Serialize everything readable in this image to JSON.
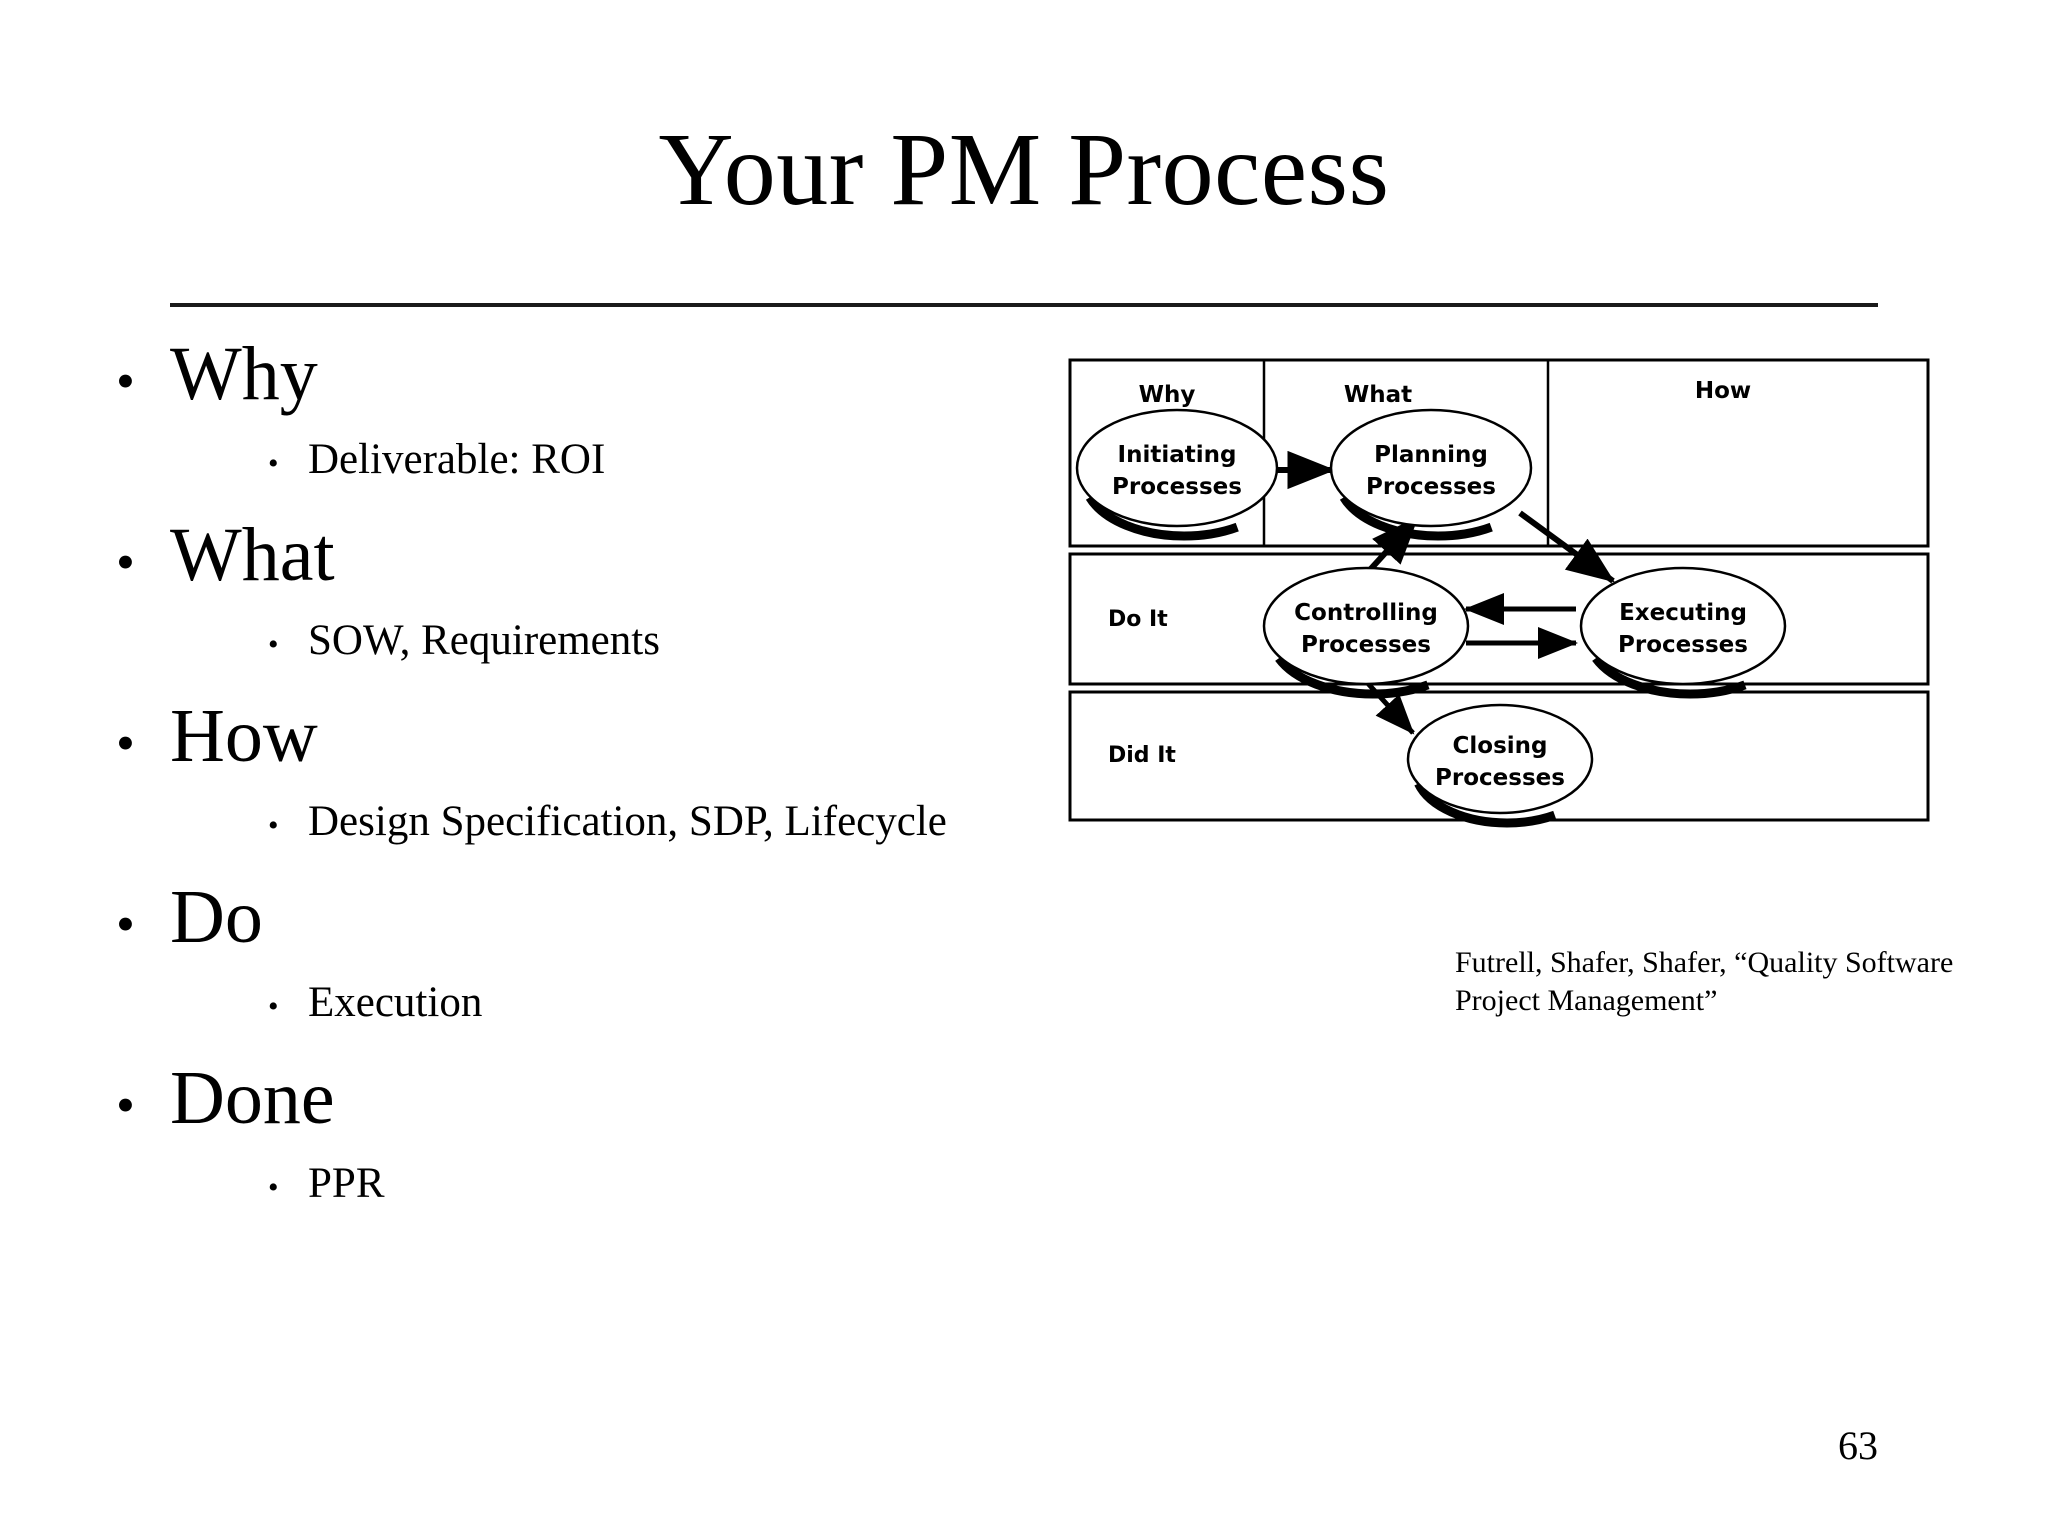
{
  "slide": {
    "title": "Your PM Process",
    "page_number": "63"
  },
  "outline": [
    {
      "label": "Why",
      "sub": "Deliverable: ROI"
    },
    {
      "label": "What",
      "sub": "SOW, Requirements"
    },
    {
      "label": "How",
      "sub": "Design Specification, SDP, Lifecycle"
    },
    {
      "label": "Do",
      "sub": "Execution"
    },
    {
      "label": "Done",
      "sub": "PPR"
    }
  ],
  "bullets": {
    "level1_marker": "•",
    "level2_marker": "•"
  },
  "diagram": {
    "column_headers": [
      "Why",
      "What",
      "How"
    ],
    "row_headers": [
      "Do It",
      "Did It"
    ],
    "nodes": [
      {
        "id": "initiating",
        "line1": "Initiating",
        "line2": "Processes"
      },
      {
        "id": "planning",
        "line1": "Planning",
        "line2": "Processes"
      },
      {
        "id": "controlling",
        "line1": "Controlling",
        "line2": "Processes"
      },
      {
        "id": "executing",
        "line1": "Executing",
        "line2": "Processes"
      },
      {
        "id": "closing",
        "line1": "Closing",
        "line2": "Processes"
      }
    ],
    "edges": [
      {
        "from": "initiating",
        "to": "planning"
      },
      {
        "from": "planning",
        "to": "executing"
      },
      {
        "from": "executing",
        "to": "controlling"
      },
      {
        "from": "controlling",
        "to": "executing"
      },
      {
        "from": "controlling",
        "to": "planning"
      },
      {
        "from": "controlling",
        "to": "closing"
      }
    ]
  },
  "citation": {
    "line1": "Futrell, Shafer, Shafer, “Quality Software",
    "line2": "Project Management”"
  },
  "colors": {
    "ink": "#000000",
    "background": "#ffffff",
    "rule": "#1a1a1a"
  }
}
